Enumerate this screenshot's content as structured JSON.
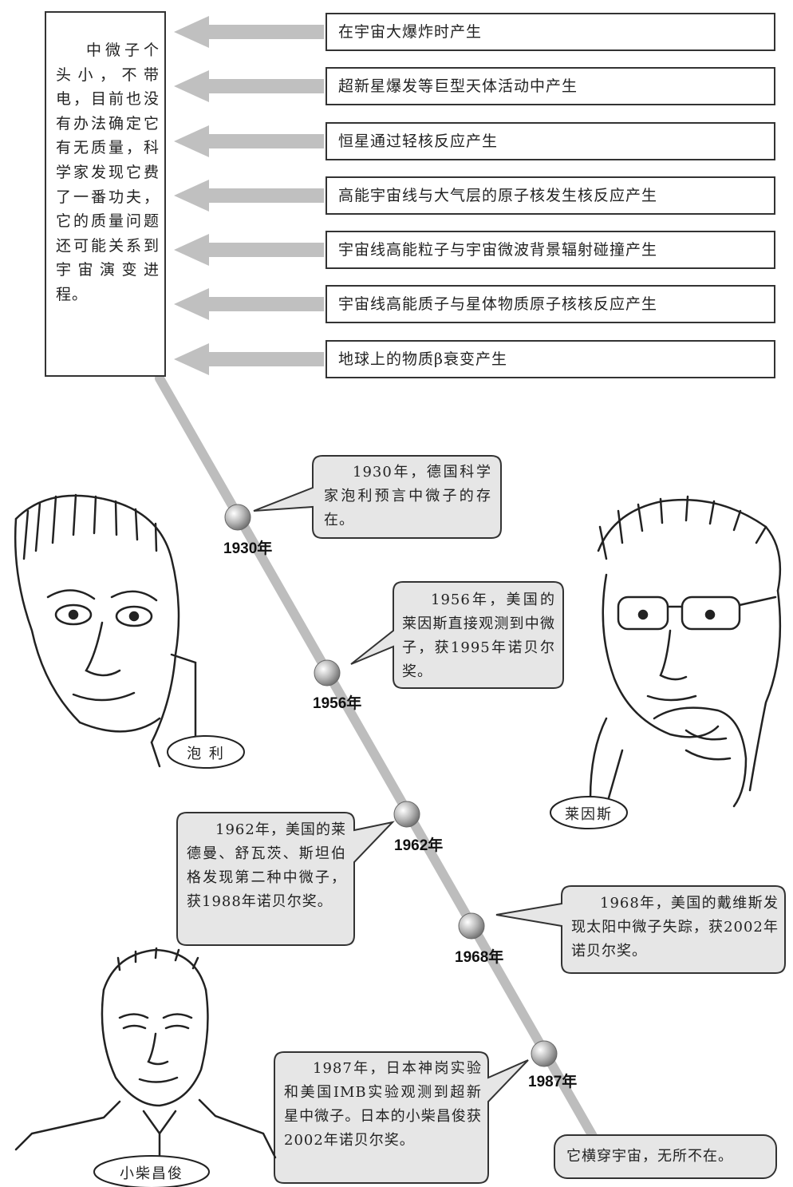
{
  "intro": {
    "text": "中微子个头小，不带电，目前也没有办法确定它有无质量，科学家发现它费了一番功夫，它的质量问题还可能关系到宇宙演变进程。"
  },
  "sources": [
    "在宇宙大爆炸时产生",
    "超新星爆发等巨型天体活动中产生",
    "恒星通过轻核反应产生",
    "高能宇宙线与大气层的原子核发生核反应产生",
    "宇宙线高能粒子与宇宙微波背景辐射碰撞产生",
    "宇宙线高能质子与星体物质原子核核反应产生",
    "地球上的物质β衰变产生"
  ],
  "timeline": [
    {
      "year": "1930年",
      "text": "1930年，德国科学家泡利预言中微子的存在。"
    },
    {
      "year": "1956年",
      "text": "1956年，美国的莱因斯直接观测到中微子，获1995年诺贝尔奖。"
    },
    {
      "year": "1962年",
      "text": "1962年，美国的莱德曼、舒瓦茨、斯坦伯格发现第二种中微子，获1988年诺贝尔奖。"
    },
    {
      "year": "1968年",
      "text": "1968年，美国的戴维斯发现太阳中微子失踪，获2002年诺贝尔奖。"
    },
    {
      "year": "1987年",
      "text": "1987年，日本神岗实验和美国IMB实验观测到超新星中微子。日本的小柴昌俊获2002年诺贝尔奖。"
    }
  ],
  "final_text": "它横穿宇宙，无所不在。",
  "people": {
    "pauli": "泡 利",
    "reines": "莱因斯",
    "koshiba": "小柴昌俊"
  },
  "colors": {
    "arrow": "#c0c0c0",
    "timeline_line": "#bdbdbd",
    "bubble_fill": "#e6e6e6",
    "node": "#a8a8a8"
  }
}
